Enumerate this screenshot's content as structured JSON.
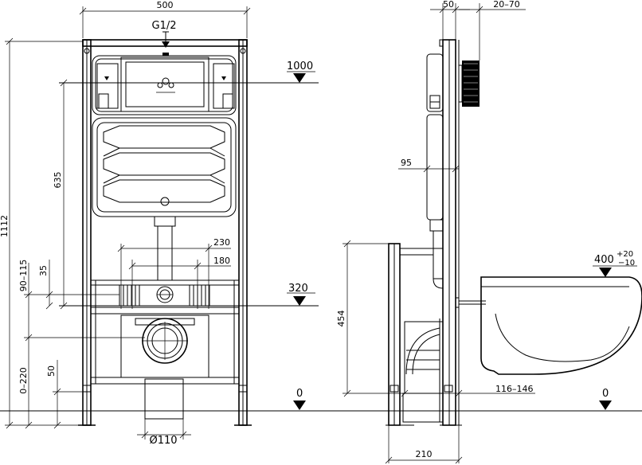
{
  "front_view": {
    "width_500": "500",
    "inlet": "G1/2",
    "level_1000": "1000",
    "height_1112": "1112",
    "height_635": "635",
    "range_90_115": "90–115",
    "dim_35": "35",
    "dim_230": "230",
    "dim_180": "180",
    "level_320": "320",
    "range_0_220": "0–220",
    "dim_50": "50",
    "level_0": "0",
    "pipe_110": "Ø110"
  },
  "side_view": {
    "depth_50": "50",
    "depth_20_70": "20–70",
    "depth_95": "95",
    "height_454": "454",
    "level_400": "400",
    "tol_plus": "+20",
    "tol_minus": "−10",
    "range_116_146": "116–146",
    "level_0": "0",
    "depth_210": "210"
  }
}
